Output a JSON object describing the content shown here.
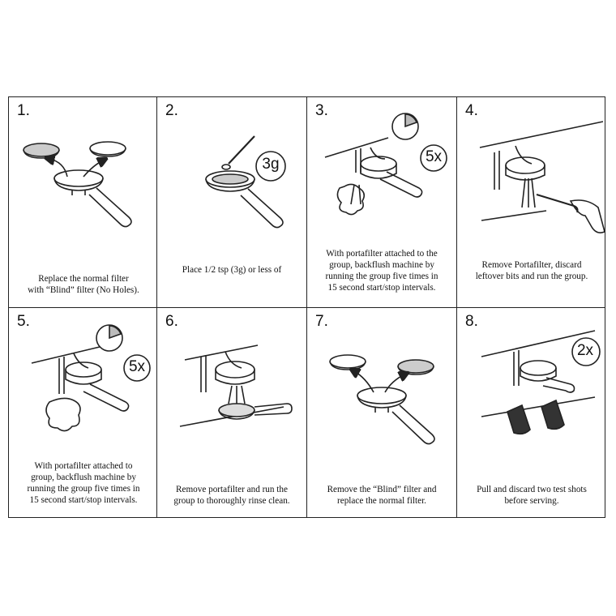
{
  "steps": [
    {
      "number": "1.",
      "badge": "",
      "caption_lines": [
        "Replace the normal filter",
        "with “Blind” filter (No Holes)."
      ]
    },
    {
      "number": "2.",
      "badge": "3g",
      "caption_lines": [
        "Place 1/2 tsp (3g) or less of"
      ]
    },
    {
      "number": "3.",
      "badge": "5x",
      "caption_lines": [
        "With portafilter attached to the",
        "group, backflush machine by",
        "running the group five times in",
        "15 second start/stop intervals."
      ]
    },
    {
      "number": "4.",
      "badge": "",
      "caption_lines": [
        "Remove Portafilter, discard",
        "leftover bits and run the group."
      ]
    },
    {
      "number": "5.",
      "badge": "5x",
      "caption_lines": [
        "With portafilter attached to",
        "group, backflush machine by",
        "running the group five times in",
        "15 second start/stop intervals."
      ]
    },
    {
      "number": "6.",
      "badge": "",
      "caption_lines": [
        "Remove portafilter and run the",
        "group to thoroughly rinse clean."
      ]
    },
    {
      "number": "7.",
      "badge": "",
      "caption_lines": [
        "Remove the “Blind” filter and",
        "replace the normal filter."
      ]
    },
    {
      "number": "8.",
      "badge": "2x",
      "caption_lines": [
        "Pull and discard two test shots",
        "before serving."
      ]
    }
  ]
}
